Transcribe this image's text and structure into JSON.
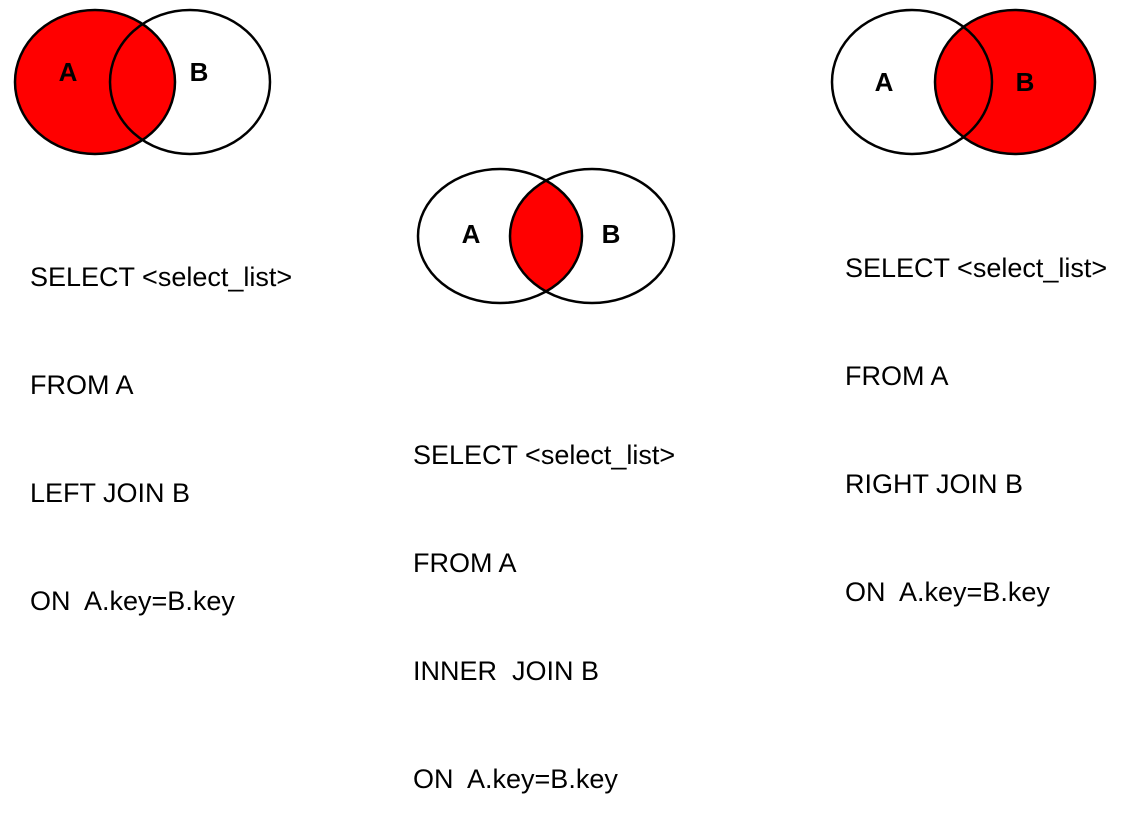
{
  "colors": {
    "highlight": "#ff0000",
    "outline": "#000000",
    "background": "#ffffff"
  },
  "diagrams": [
    {
      "id": "left-join",
      "highlight": "left",
      "label_a": "A",
      "label_b": "B",
      "sql": [
        "SELECT <select_list>",
        "FROM A",
        "LEFT JOIN B",
        "ON  A.key=B.key"
      ]
    },
    {
      "id": "inner-join",
      "highlight": "intersection",
      "label_a": "A",
      "label_b": "B",
      "sql": [
        "SELECT <select_list>",
        "FROM A",
        "INNER  JOIN B",
        "ON  A.key=B.key"
      ]
    },
    {
      "id": "right-join",
      "highlight": "right",
      "label_a": "A",
      "label_b": "B",
      "sql": [
        "SELECT <select_list>",
        "FROM A",
        "RIGHT JOIN B",
        "ON  A.key=B.key"
      ]
    }
  ]
}
